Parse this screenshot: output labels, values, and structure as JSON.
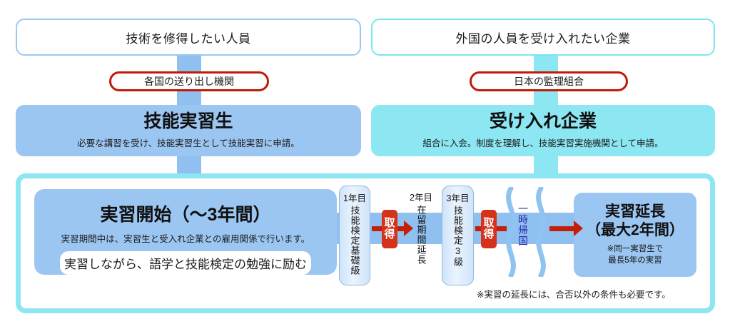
{
  "diagram": {
    "left_column": {
      "header": "技術を修得したい人員",
      "agency_pill": "各国の送り出し機関",
      "role_title": "技能実習生",
      "role_sub": "必要な講習を受け、技能実習生として技能実習に申請。"
    },
    "right_column": {
      "header": "外国の人員を受け入れたい企業",
      "agency_pill": "日本の監理組合",
      "role_title": "受け入れ企業",
      "role_sub": "組合に入会。制度を理解し、技能実習実施機関として申請。"
    },
    "training": {
      "title": "実習開始（〜3年間）",
      "sub": "実習期間中は、実習生と受入れ企業との雇用関係で行います。",
      "inner": "実習しながら、語学と技能検定の勉強に励む"
    },
    "years": [
      {
        "label": "1年目",
        "vertical": "技能検定基礎級",
        "framed": true
      },
      {
        "label": "2年目",
        "vertical": "在留期間延長",
        "framed": false
      },
      {
        "label": "3年目",
        "vertical": "技能検定3級",
        "framed": true
      }
    ],
    "badges": [
      {
        "line1": "取",
        "line2": "得"
      },
      {
        "line1": "取",
        "line2": "得"
      }
    ],
    "temporary_return": "一時帰国",
    "extension": {
      "title_line1": "実習延長",
      "title_line2": "（最大2年間）",
      "note_line1": "※同一実習生で",
      "note_line2": "最長5年の実習"
    },
    "footnote": "※実習の延長には、合否以外の条件も必要です。",
    "colors": {
      "blue_fill": "#9cc6f2",
      "cyan_fill": "#8ce7f2",
      "red_accent": "#c31f09",
      "pill_border": "#c01a08",
      "navy_text": "#2a2ab0"
    }
  }
}
